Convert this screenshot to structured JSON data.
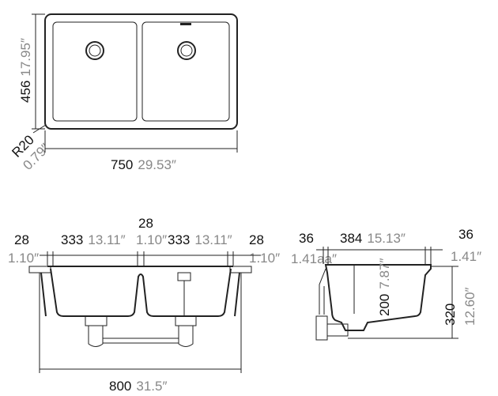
{
  "top_view": {
    "depth_mm": "456",
    "depth_in": "17.95″",
    "radius_mm": "R20",
    "radius_in": "0.79″",
    "width_mm": "750",
    "width_in": "29.53″"
  },
  "front_view": {
    "center_mm": "28",
    "left_rim_mm": "28",
    "left_rim_in": "1.10″",
    "bowl1_mm": "333",
    "bowl1_in": "13.11″",
    "center_in": "1.10″",
    "bowl2_mm": "333",
    "bowl2_in": "13.11″",
    "right_rim_mm": "28",
    "right_rim_in": "1.10″",
    "total_mm": "800",
    "total_in": "31.5″"
  },
  "side_view": {
    "left_rim_mm": "36",
    "left_rim_in": "1.41aa″",
    "bowl_mm": "384",
    "bowl_in": "15.13″",
    "right_rim_mm": "36",
    "right_rim_in": "1.41″",
    "bowl_depth_mm": "200",
    "bowl_depth_in": "7.87″",
    "total_depth_mm": "320",
    "total_depth_in": "12.60″"
  }
}
